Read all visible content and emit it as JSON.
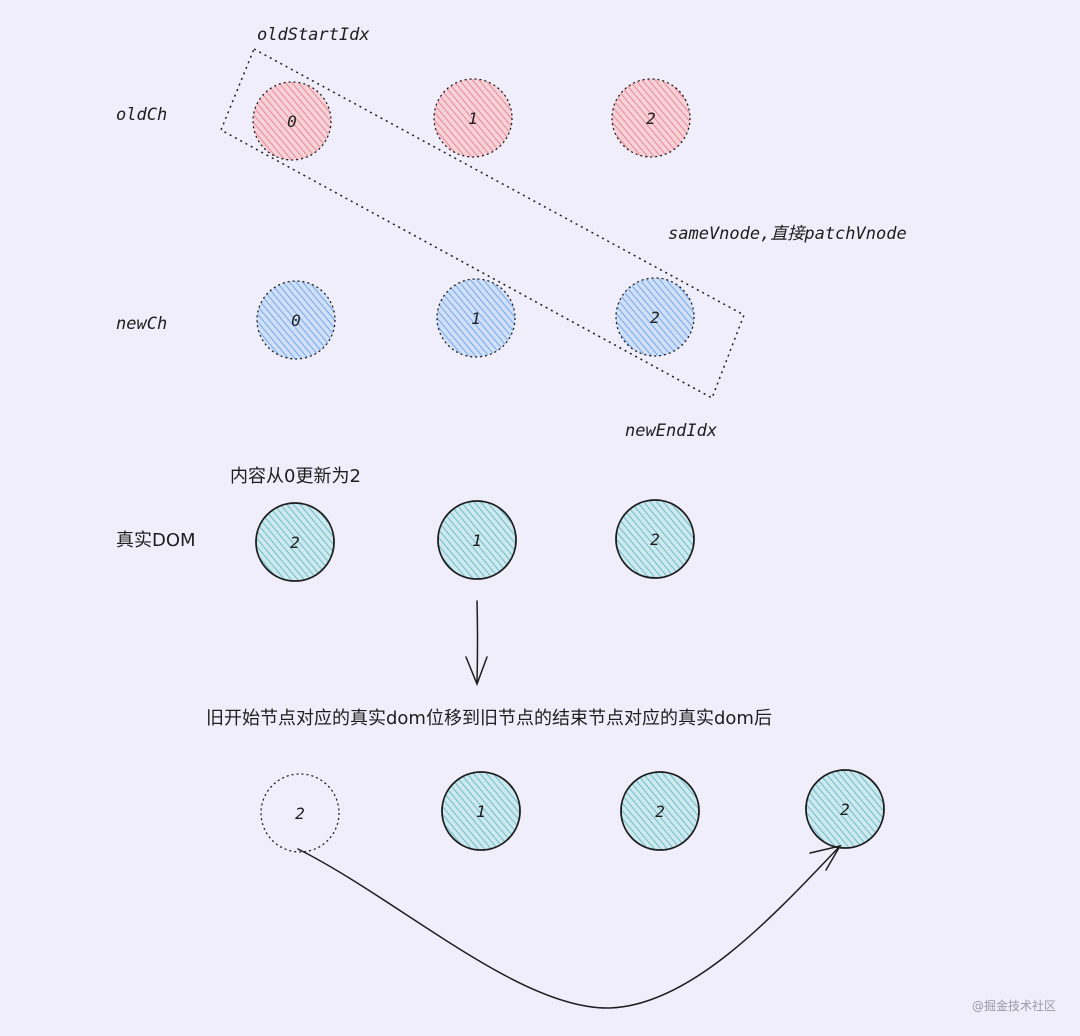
{
  "labels": {
    "old_start_idx": "oldStartIdx",
    "old_ch": "oldCh",
    "same_vnode": "sameVnode,直接patchVnode",
    "new_ch": "newCh",
    "new_end_idx": "newEndIdx",
    "content_update": "内容从0更新为2",
    "real_dom": "真实DOM",
    "move_desc": "旧开始节点对应的真实dom位移到旧节点的结束节点对应的真实dom后",
    "watermark": "@掘金技术社区"
  },
  "rows": {
    "old_ch": [
      "0",
      "1",
      "2"
    ],
    "new_ch": [
      "0",
      "1",
      "2"
    ],
    "real_dom": [
      "2",
      "1",
      "2"
    ],
    "after_move": [
      "2",
      "1",
      "2",
      "2"
    ]
  },
  "colors": {
    "background": "#f1eefb",
    "old_node_fill": "#f0a8b0",
    "new_node_fill": "#9fc2ee",
    "dom_node_fill": "#9fd3dc",
    "stroke": "#1e1e1e"
  }
}
